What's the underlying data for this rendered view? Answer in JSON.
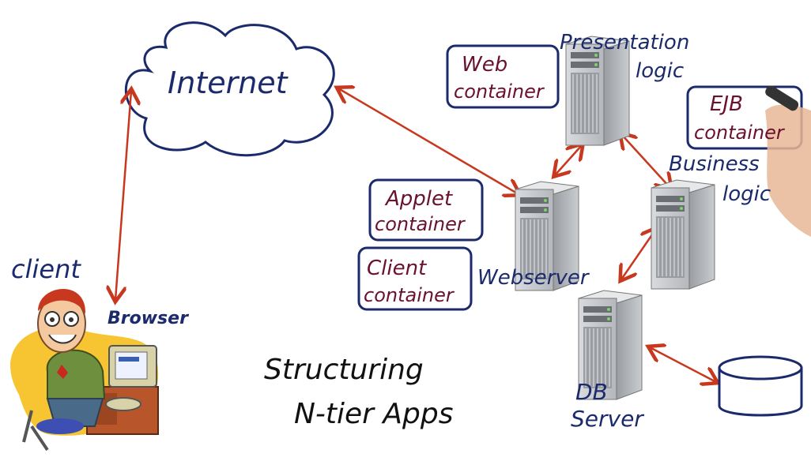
{
  "title": {
    "line1": "Structuring",
    "line2": "N-tier Apps"
  },
  "labels": {
    "internet": "Internet",
    "client": "client",
    "browser": "Browser",
    "presentation_logic": {
      "line1": "Presentation",
      "line2": "logic"
    },
    "business_logic": {
      "line1": "Business",
      "line2": "logic"
    },
    "web_server": "Webserver",
    "db_server": {
      "line1": "DB",
      "line2": "Server"
    }
  },
  "containers": {
    "web": {
      "line1": "Web",
      "line2": "container"
    },
    "ejb": {
      "line1": "EJB",
      "line2": "container"
    },
    "applet": {
      "line1": "Applet",
      "line2": "container"
    },
    "client": {
      "line1": "Client",
      "line2": "container"
    }
  },
  "colors": {
    "ink_navy": "#1b2a6b",
    "ink_maroon": "#6a1030",
    "arrow_red": "#c8381e",
    "server_gray": "#b9bcc0"
  }
}
